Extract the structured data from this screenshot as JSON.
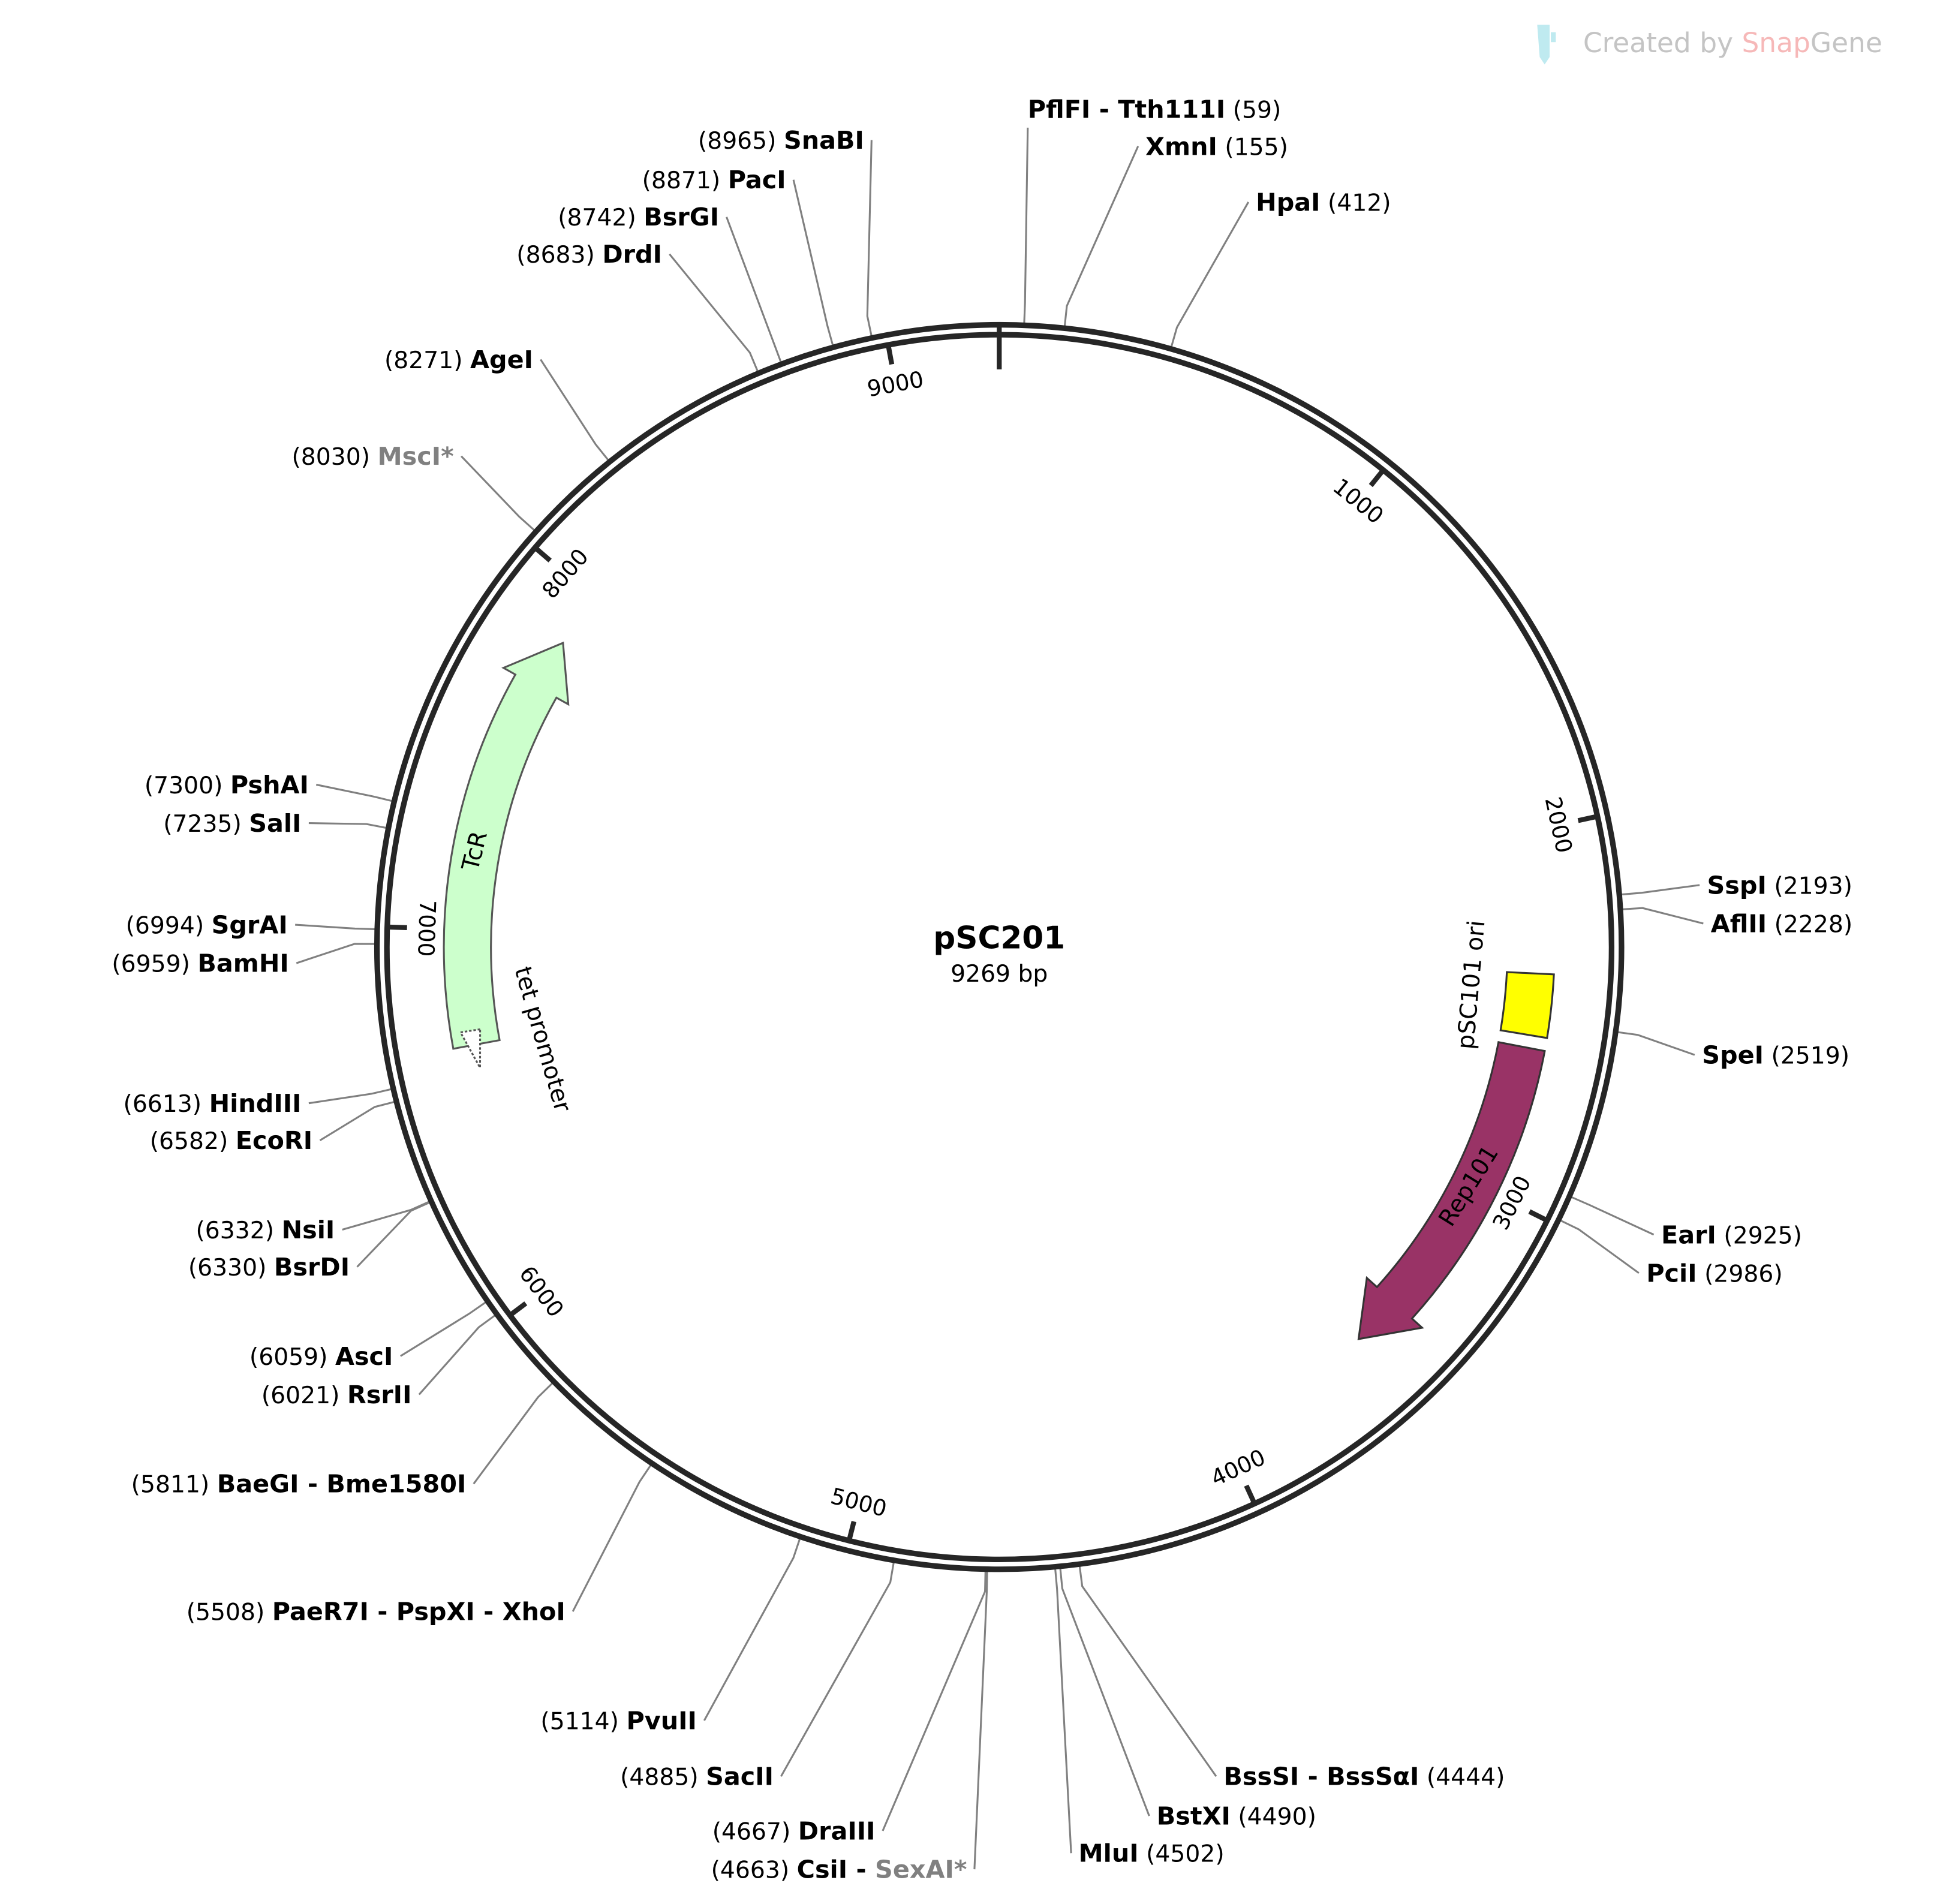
{
  "plasmid": {
    "name": "pSC201",
    "length_label": "9269 bp",
    "length": 9269
  },
  "watermark": {
    "prefix": "Created by ",
    "brand_a": "Snap",
    "brand_b": "Gene"
  },
  "tick_labels": [
    "1000",
    "2000",
    "3000",
    "4000",
    "5000",
    "6000",
    "7000",
    "8000",
    "9000"
  ],
  "features": [
    {
      "name": "TcR",
      "start": 6680,
      "end": 7850,
      "color": "#ccffcc",
      "type": "gene"
    },
    {
      "name": "tet promoter",
      "start": 6615,
      "end": 6720,
      "color": "#ffffff",
      "type": "promoter"
    },
    {
      "name": "pSC101 ori",
      "start": 2390,
      "end": 2560,
      "color": "#ffff00",
      "type": "origin"
    },
    {
      "name": "Rep101",
      "start": 2595,
      "end": 3540,
      "color": "#993366",
      "type": "gene"
    }
  ],
  "enzymes": [
    {
      "names": [
        "PflFI",
        "Tth111I"
      ],
      "pos": "59"
    },
    {
      "names": [
        "XmnI"
      ],
      "pos": "155"
    },
    {
      "names": [
        "HpaI"
      ],
      "pos": "412"
    },
    {
      "names": [
        "SspI"
      ],
      "pos": "2193"
    },
    {
      "names": [
        "AflII"
      ],
      "pos": "2228"
    },
    {
      "names": [
        "SpeI"
      ],
      "pos": "2519"
    },
    {
      "names": [
        "EarI"
      ],
      "pos": "2925"
    },
    {
      "names": [
        "PciI"
      ],
      "pos": "2986"
    },
    {
      "names": [
        "BssSI",
        "BssSαI"
      ],
      "pos": "4444"
    },
    {
      "names": [
        "BstXI"
      ],
      "pos": "4490"
    },
    {
      "names": [
        "MluI"
      ],
      "pos": "4502"
    },
    {
      "names": [
        "CsiI",
        "SexAI*"
      ],
      "pos": "4663"
    },
    {
      "names": [
        "DraIII"
      ],
      "pos": "4667"
    },
    {
      "names": [
        "SacII"
      ],
      "pos": "4885"
    },
    {
      "names": [
        "PvuII"
      ],
      "pos": "5114"
    },
    {
      "names": [
        "PaeR7I",
        "PspXI",
        "XhoI"
      ],
      "pos": "5508"
    },
    {
      "names": [
        "BaeGI",
        "Bme1580I"
      ],
      "pos": "5811"
    },
    {
      "names": [
        "RsrII"
      ],
      "pos": "6021"
    },
    {
      "names": [
        "AscI"
      ],
      "pos": "6059"
    },
    {
      "names": [
        "BsrDI"
      ],
      "pos": "6330"
    },
    {
      "names": [
        "NsiI"
      ],
      "pos": "6332"
    },
    {
      "names": [
        "EcoRI"
      ],
      "pos": "6582"
    },
    {
      "names": [
        "HindIII"
      ],
      "pos": "6613"
    },
    {
      "names": [
        "BamHI"
      ],
      "pos": "6959"
    },
    {
      "names": [
        "SgrAI"
      ],
      "pos": "6994"
    },
    {
      "names": [
        "SalI"
      ],
      "pos": "7235"
    },
    {
      "names": [
        "PshAI"
      ],
      "pos": "7300"
    },
    {
      "names": [
        "MscI*"
      ],
      "pos": "8030"
    },
    {
      "names": [
        "AgeI"
      ],
      "pos": "8271"
    },
    {
      "names": [
        "DrdI"
      ],
      "pos": "8683"
    },
    {
      "names": [
        "BsrGI"
      ],
      "pos": "8742"
    },
    {
      "names": [
        "PacI"
      ],
      "pos": "8871"
    },
    {
      "names": [
        "SnaBI"
      ],
      "pos": "8965"
    }
  ]
}
